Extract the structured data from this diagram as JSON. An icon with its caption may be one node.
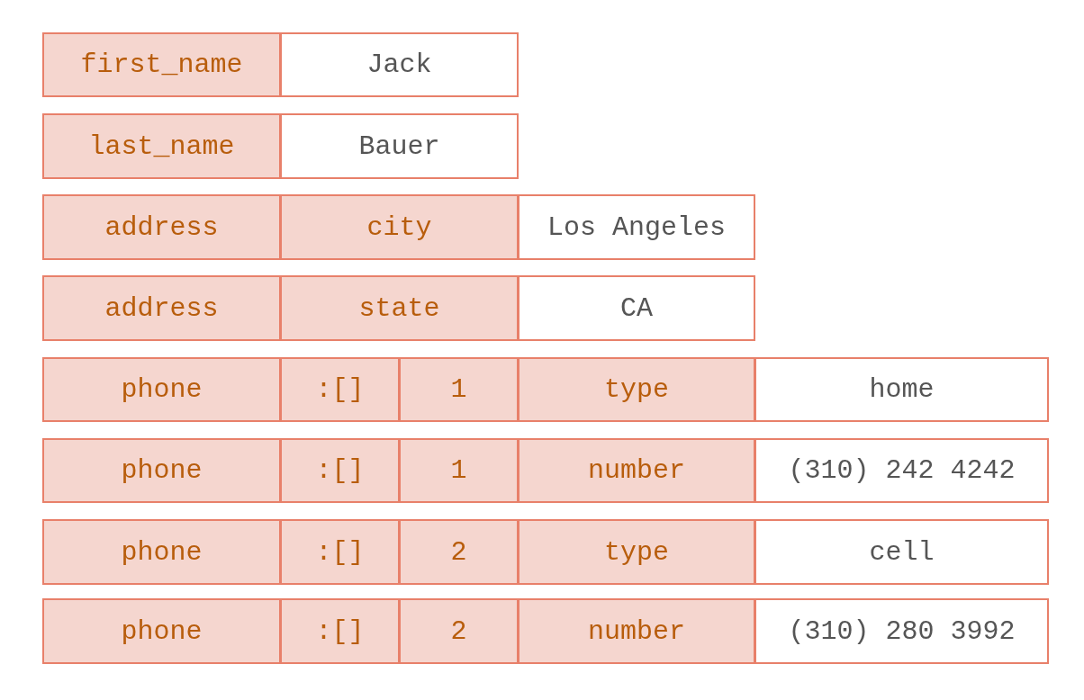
{
  "diagram": {
    "nodes": [
      {
        "text": [
          "first_name"
        ]
      },
      {
        "text": [
          "Jack"
        ]
      },
      {
        "text": [
          "last_name"
        ]
      },
      {
        "text": [
          "Bauer"
        ]
      },
      {
        "text": [
          "address"
        ]
      },
      {
        "text": [
          "city"
        ]
      },
      {
        "text": [
          "Los Angeles"
        ]
      },
      {
        "text": [
          "address"
        ]
      },
      {
        "text": [
          "state"
        ]
      },
      {
        "text": [
          "CA"
        ]
      },
      {
        "text": [
          "phone"
        ]
      },
      {
        "text": [
          ":[]"
        ]
      },
      {
        "text": [
          "1"
        ]
      },
      {
        "text": [
          "type"
        ]
      },
      {
        "text": [
          "home"
        ]
      },
      {
        "text": [
          "phone"
        ]
      },
      {
        "text": [
          ":[]"
        ]
      },
      {
        "text": [
          "1"
        ]
      },
      {
        "text": [
          "number"
        ]
      },
      {
        "text": [
          "(310) 242 4242"
        ]
      },
      {
        "text": [
          "phone"
        ]
      },
      {
        "text": [
          ":[]"
        ]
      },
      {
        "text": [
          "2"
        ]
      },
      {
        "text": [
          "type"
        ]
      },
      {
        "text": [
          "cell"
        ]
      },
      {
        "text": [
          "phone"
        ]
      },
      {
        "text": [
          ":[]"
        ]
      },
      {
        "text": [
          "2"
        ]
      },
      {
        "text": [
          "number"
        ]
      },
      {
        "text": [
          "(310) 280 3992"
        ]
      }
    ]
  }
}
